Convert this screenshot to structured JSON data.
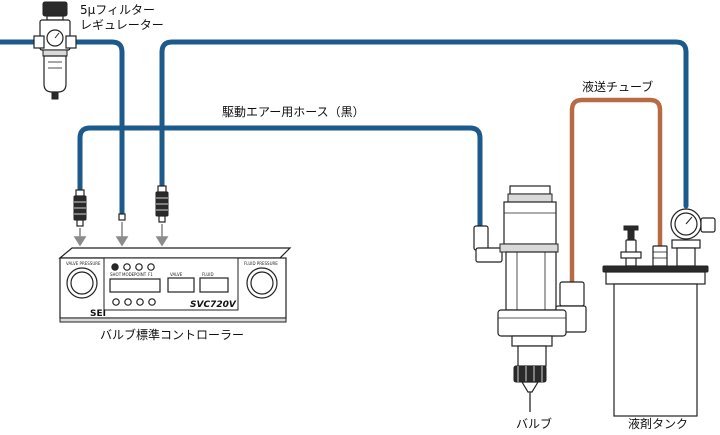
{
  "labels": {
    "regulator_line1": "5μフィルター",
    "regulator_line2": "レギュレーター",
    "air_hose": "駆動エアー用ホース（黒）",
    "liquid_tube": "液送チューブ",
    "controller": "バルブ標準コントローラー",
    "valve": "バルブ",
    "tank": "液剤タンク"
  },
  "controller_panel": {
    "brand": "SEI",
    "model": "SVC720V",
    "left_gauge_label": "VALVE PRESSURE",
    "right_gauge_label": "FLUID PRESSURE",
    "button_labels": [
      "SHOT",
      "MODE",
      "POINT",
      "F1"
    ],
    "display_labels": [
      "VALVE",
      "FLUID"
    ]
  },
  "colors": {
    "air_hose": "#1d5a8c",
    "liquid_tube": "#b86a42",
    "outline": "#222222",
    "arrow": "#8c8c8c"
  }
}
